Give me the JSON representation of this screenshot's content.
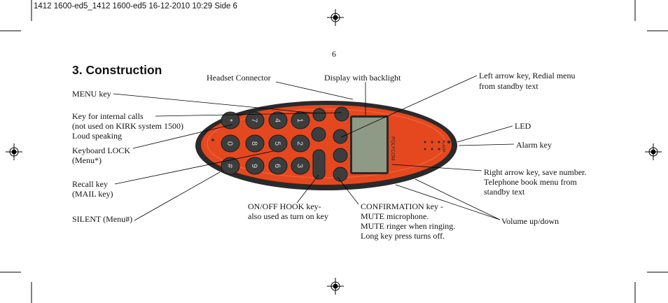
{
  "header": {
    "slug": "1412 1600-ed5_1412 1600-ed5  16-12-2010  10:29  Side 6"
  },
  "page_number": "6",
  "title": "3. Construction",
  "labels": {
    "headset": "Headset Connector",
    "display": "Display with backlight",
    "left_arrow": [
      "Left arrow key, Redial menu",
      "from standby text"
    ],
    "menu_key": "MENU key",
    "internal": [
      "Key for internal calls",
      "(not used on KIRK system 1500)",
      "Loud speaking"
    ],
    "lock": [
      "Keyboard LOCK",
      "(Menu*)"
    ],
    "led": "LED",
    "alarm": "Alarm key",
    "right_arrow": [
      "Right arrow key, save number.",
      "Telephone book menu from",
      "standby text"
    ],
    "recall": [
      "Recall key",
      "(MAIL key)"
    ],
    "silent": "SILENT (Menu#)",
    "onoff": [
      "ON/OFF HOOK key-",
      "also used as turn on key"
    ],
    "confirm": [
      "CONFIRMATION key -",
      "MUTE microphone.",
      "MUTE ringer when ringing.",
      "Long key press turns off."
    ],
    "volume": "Volume up/down"
  },
  "phone": {
    "brand": "POLYCOM",
    "alarm_label": "ALARM",
    "keys": [
      "*",
      "0",
      "#",
      "7",
      "8",
      "9",
      "4",
      "5",
      "6",
      "1",
      "2",
      "3"
    ]
  },
  "colors": {
    "body": "#e5481f",
    "rim": "#2a2a2a",
    "display": "#8f9a86",
    "key": "#3d3d3d"
  }
}
